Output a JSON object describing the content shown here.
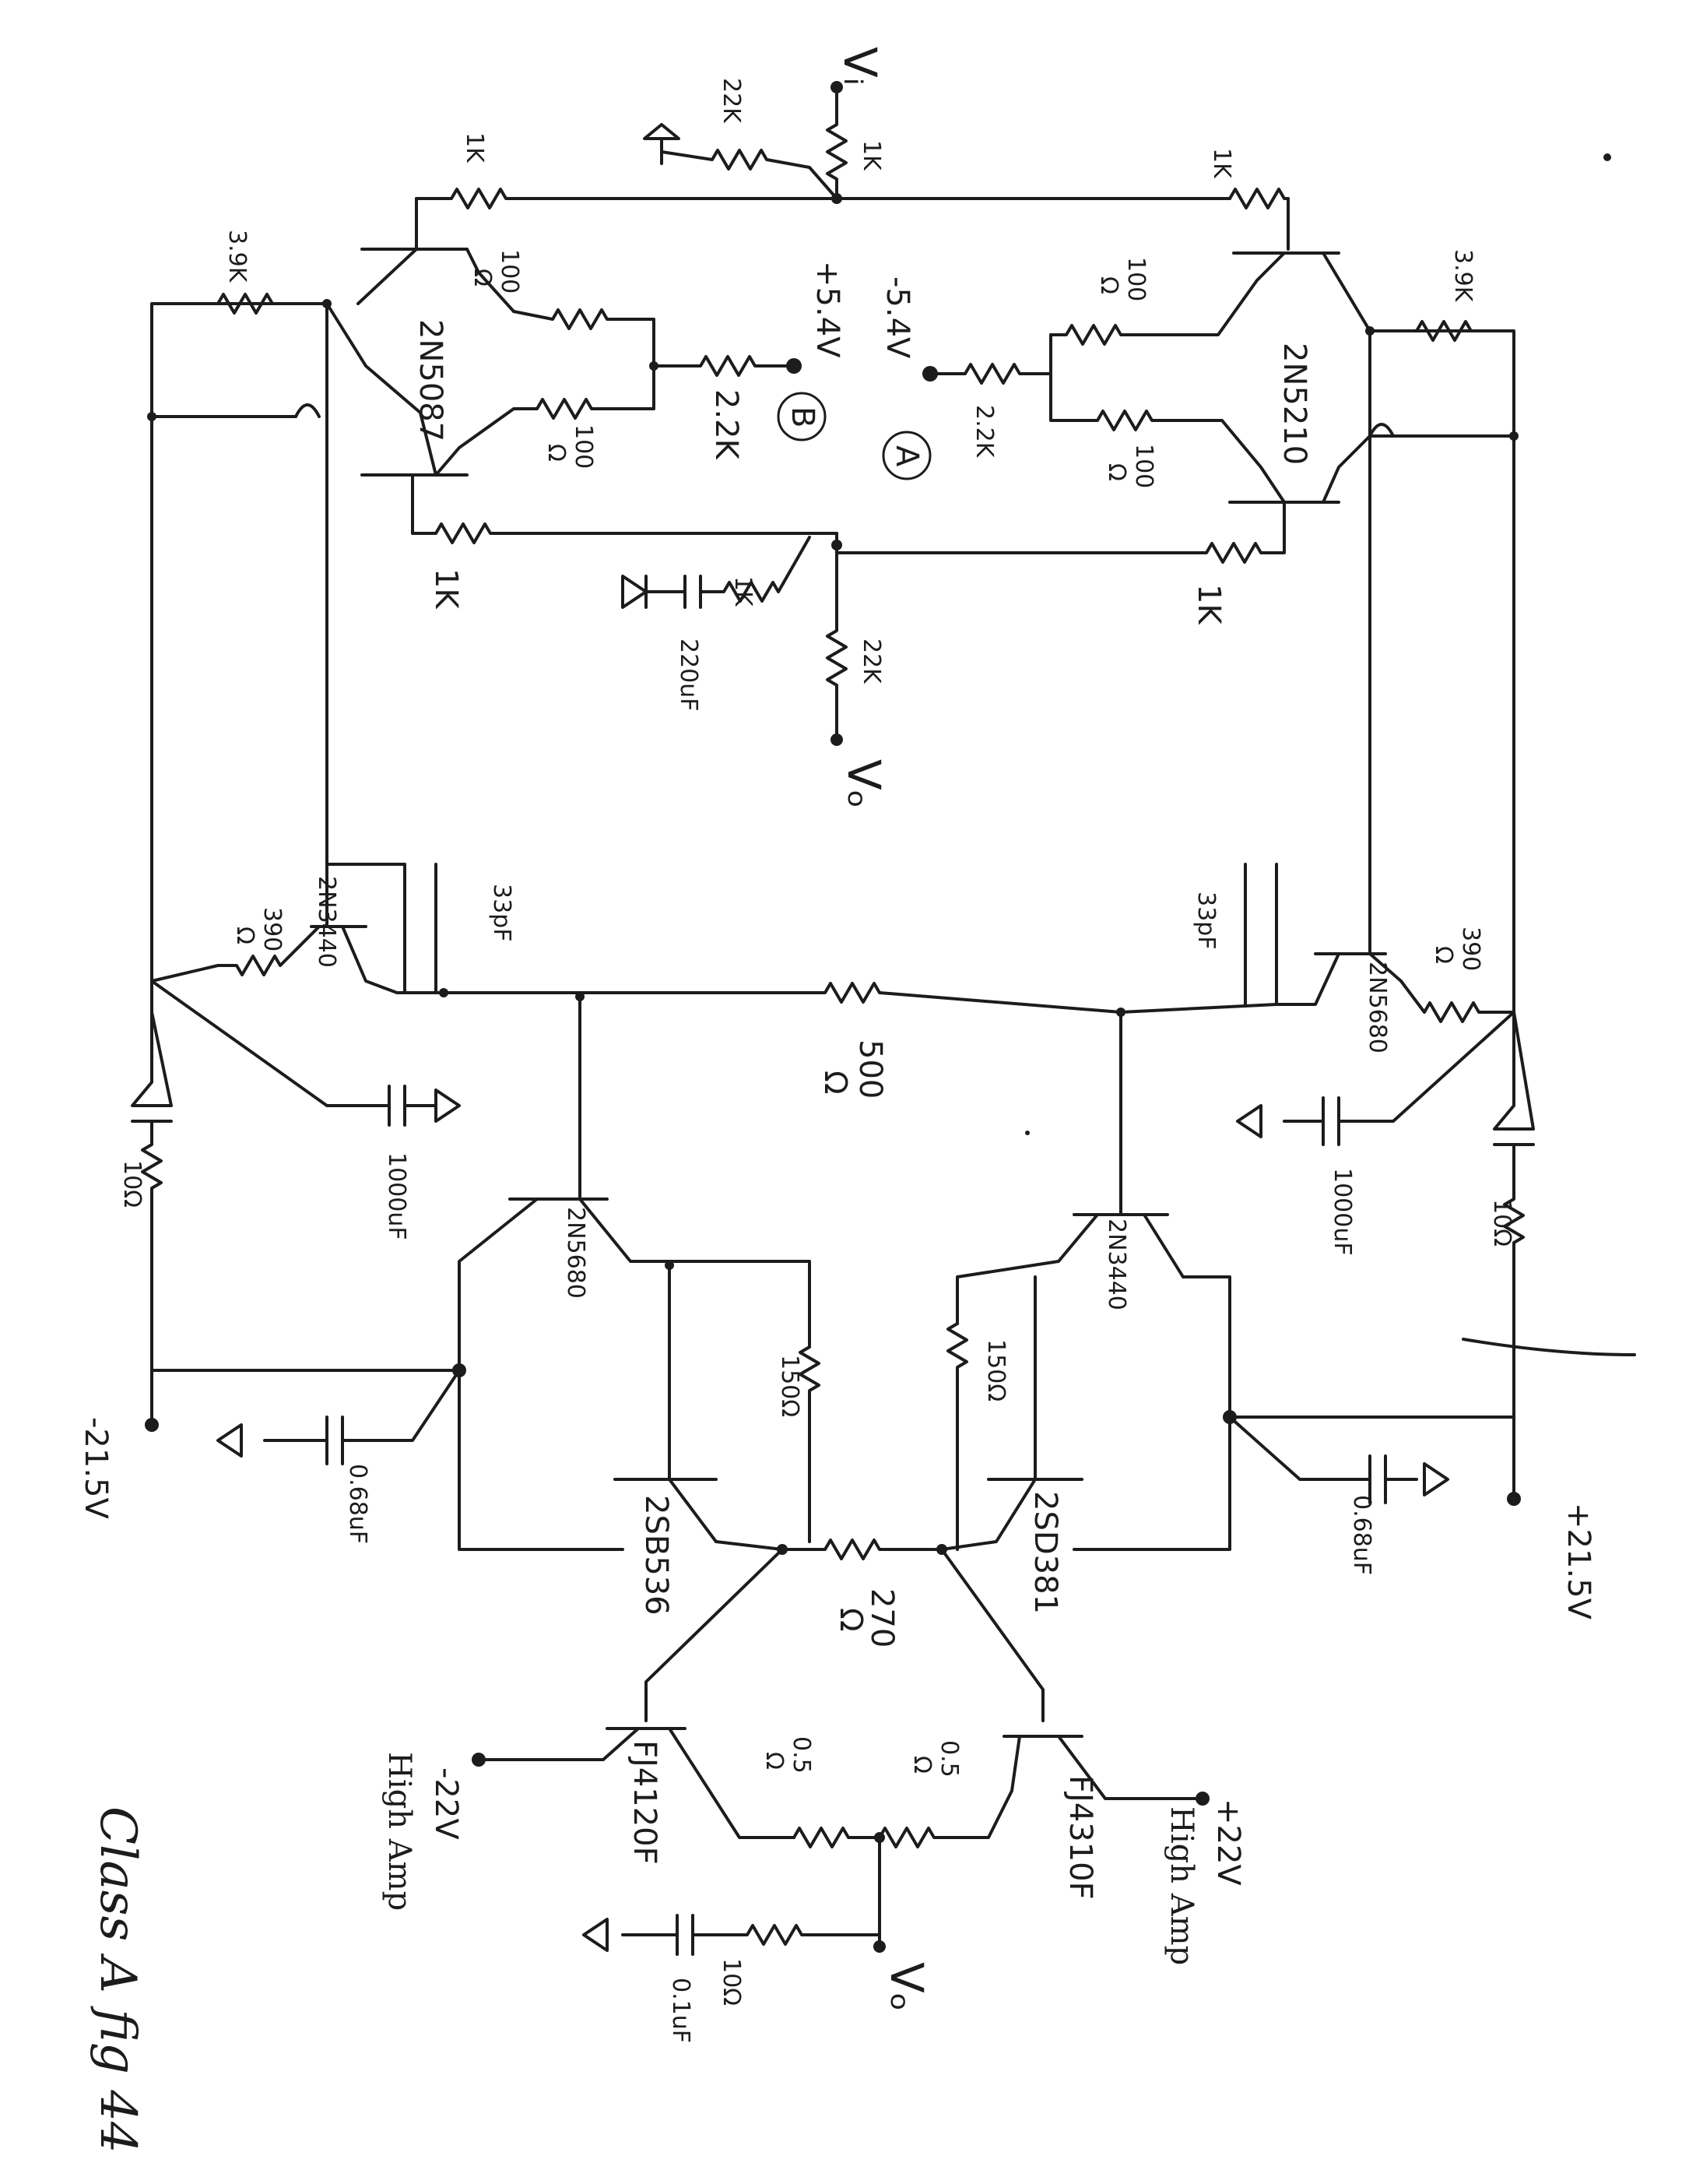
{
  "diagram": {
    "input": {
      "symbol": "Vᵢ"
    },
    "output": {
      "symbol": "Vₒ"
    },
    "nodes": {
      "node_a": {
        "label": "A",
        "voltage": "-5.4V"
      },
      "node_b": {
        "label": "B",
        "voltage": "+5.4V"
      }
    },
    "rails": {
      "neg_main": "-21.5V",
      "pos_main": "+21.5V",
      "neg_high": {
        "voltage": "-22V",
        "caption": "High Amp"
      },
      "pos_high": {
        "voltage": "+22V",
        "caption": "High Amp"
      }
    },
    "transistors": {
      "q_input_left": "2N5087",
      "q_input_right": "2N5210",
      "q_vas_left": "2N3440",
      "q_vas_right": "2N5680",
      "q_pre_left": "2N5680",
      "q_pre_right": "2N3440",
      "q_drv_left": "2SB536",
      "q_drv_right": "2SD381",
      "q_out_left": "FJ4120F",
      "q_out_right": "FJ4310F"
    },
    "resistors": {
      "r_in_series": "1K",
      "r_in_ground": "22K",
      "r_top_left": "1K",
      "r_top_right": "1K",
      "r_bias_left": "3.9K",
      "r_bias_right": "3.9K",
      "r_emit_left_top": {
        "value": "100",
        "unit": "Ω"
      },
      "r_emit_left_bot": {
        "value": "100",
        "unit": "Ω"
      },
      "r_emit_right_top": {
        "value": "100",
        "unit": "Ω"
      },
      "r_emit_right_bot": {
        "value": "100",
        "unit": "Ω"
      },
      "r_tail_b": "2.2K",
      "r_tail_a": "2.2K",
      "r_bot_left": "1K",
      "r_bot_right": "1K",
      "r_fb_ground": "1K",
      "r_fb": "22K",
      "r_vas_left": {
        "value": "390",
        "unit": "Ω"
      },
      "r_vas_right": {
        "value": "390",
        "unit": "Ω"
      },
      "r_bias_center": {
        "value": "500",
        "unit": "Ω"
      },
      "r_diode_left": "10Ω",
      "r_diode_right": "10Ω",
      "r_pre_left": "150Ω",
      "r_pre_right": "150Ω",
      "r_drv_link": {
        "value": "270",
        "unit": "Ω"
      },
      "r_out_left": {
        "value": "0.5",
        "unit": "Ω"
      },
      "r_out_right": {
        "value": "0.5",
        "unit": "Ω"
      },
      "r_zobel": "10Ω"
    },
    "capacitors": {
      "c_fb": "220uF",
      "c_comp_left": "33pF",
      "c_comp_right": "33pF",
      "c_sup_left": "1000uF",
      "c_sup_right": "1000uF",
      "c_dec_left": "0.68uF",
      "c_dec_right": "0.68uF",
      "c_zobel": "0.1uF"
    },
    "signature": "Class A fig 44"
  }
}
